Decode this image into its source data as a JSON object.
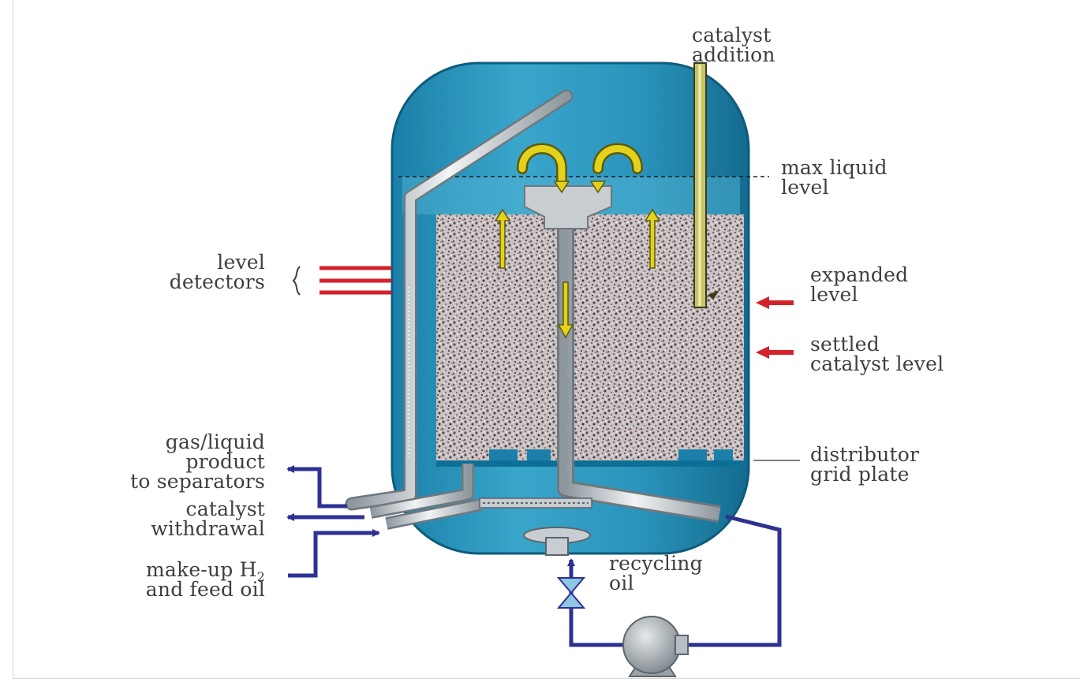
{
  "labels": {
    "catalyst_addition": "catalyst\naddition",
    "max_liquid_level": "max liquid\nlevel",
    "level_detectors": "level\ndetectors",
    "expanded_level": "expanded\nlevel",
    "settled_catalyst_level": "settled\ncatalyst level",
    "gas_liquid_product": "gas/liquid\nproduct\nto separators",
    "distributor_grid_plate": "distributor\ngrid plate",
    "catalyst_withdrawal": "catalyst\nwithdrawal",
    "makeup_h2": "make-up H",
    "makeup_h2_sub": "2",
    "feed_oil": "and feed oil",
    "recycling_oil": "recycling\noil"
  },
  "colors": {
    "vessel": "#2b95bd",
    "vessel_dark": "#136b8e",
    "liquid_light": "#4fb0d2",
    "pipe": "#c9cfd4",
    "flow_arrow": "#e2d21c",
    "flow_line": "#2e3192",
    "red_marker": "#d3222a",
    "label_text": "#3f3f3f"
  }
}
